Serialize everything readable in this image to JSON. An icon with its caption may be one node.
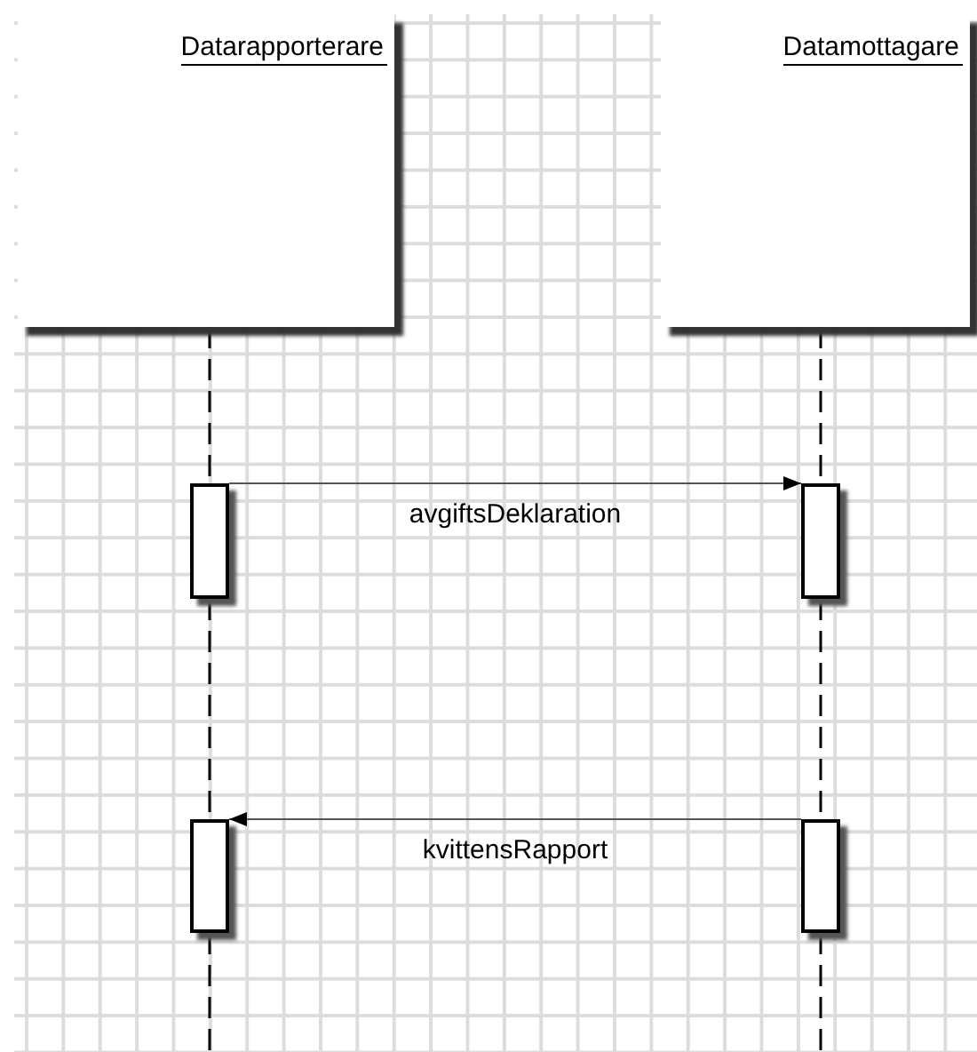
{
  "diagram": {
    "nodes": [
      {
        "text": [
          "Datarapporterare"
        ]
      },
      {
        "text": [
          "Datamottagare"
        ]
      },
      {
        "text": [],
        "shape": "box"
      },
      {
        "text": [],
        "shape": "box"
      },
      {
        "text": [],
        "shape": "box"
      },
      {
        "text": [],
        "shape": "box"
      }
    ],
    "edges": [
      {
        "from": 0,
        "to": 2,
        "arrow": "none",
        "style": "dashed"
      },
      {
        "from": 1,
        "to": 3,
        "arrow": "none",
        "style": "dashed"
      },
      {
        "from": 2,
        "to": 3,
        "arrow": "to",
        "label": "avgiftsDeklaration"
      },
      {
        "from": 2,
        "to": 4,
        "arrow": "none",
        "style": "dashed"
      },
      {
        "from": 3,
        "to": 5,
        "arrow": "none",
        "style": "dashed"
      },
      {
        "from": 5,
        "to": 4,
        "arrow": "to",
        "label": "kvittensRapport"
      },
      {
        "from": 4,
        "to": null,
        "arrow": "none",
        "style": "dashed"
      },
      {
        "from": 5,
        "to": null,
        "arrow": "none",
        "style": "dashed"
      }
    ]
  }
}
